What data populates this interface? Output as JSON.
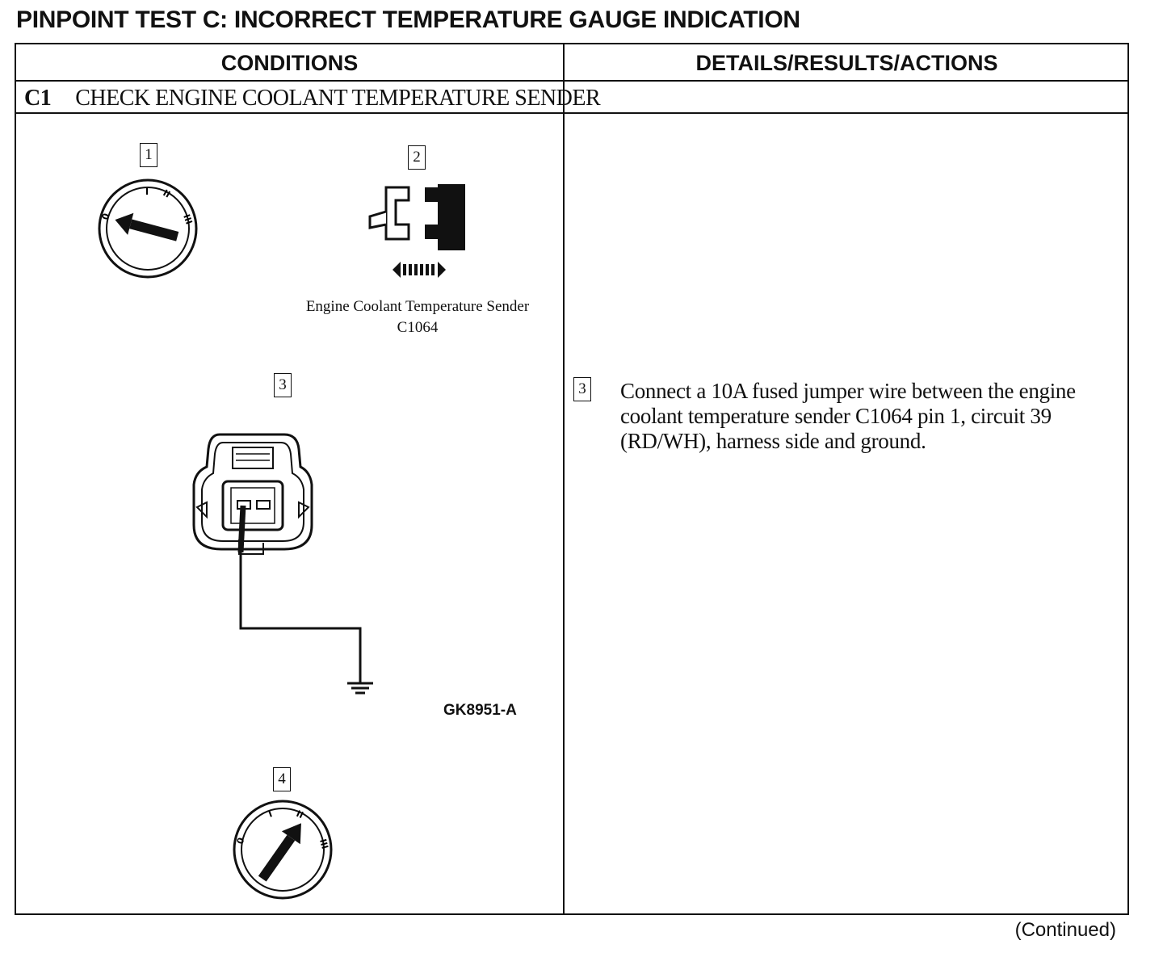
{
  "page_title": "PINPOINT TEST C: INCORRECT TEMPERATURE GAUGE INDICATION",
  "table": {
    "headers": {
      "conditions": "CONDITIONS",
      "details": "DETAILS/RESULTS/ACTIONS"
    },
    "step": {
      "id": "C1",
      "title": "CHECK ENGINE COOLANT TEMPERATURE SENDER"
    }
  },
  "figures": {
    "callouts": [
      "1",
      "2",
      "3",
      "4"
    ],
    "ignition_switch_positions": [
      "0",
      "I",
      "II",
      "III"
    ],
    "sender_label": "Engine Coolant Temperature Sender",
    "connector_id": "C1064",
    "figure_id": "GK8951-A"
  },
  "actions": [
    {
      "callout": "3",
      "text": "Connect a 10A fused jumper wire between the engine coolant temperature sender C1064 pin 1, circuit 39 (RD/WH), harness side and ground."
    }
  ],
  "footer": {
    "continued": "(Continued)"
  }
}
